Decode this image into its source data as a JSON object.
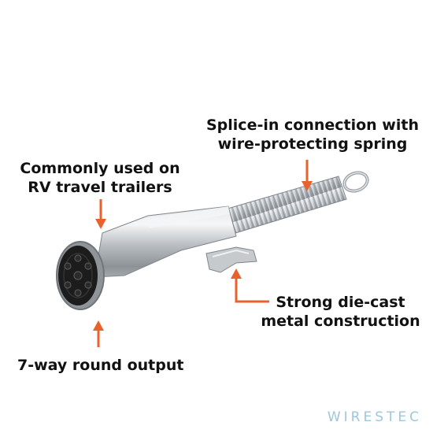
{
  "callouts": {
    "splice": {
      "line1": "Splice-in connection with",
      "line2": "wire-protecting spring"
    },
    "trailers": {
      "line1": "Commonly used on",
      "line2": "RV travel trailers"
    },
    "construction": {
      "line1": "Strong die-cast",
      "line2": "metal construction"
    },
    "output": {
      "line1": "7-way round output"
    }
  },
  "brand": {
    "name": "WIRESTEC"
  },
  "colors": {
    "arrow": "#e8632b",
    "text": "#111111",
    "brand": "#9fc6d9",
    "background": "#ffffff"
  },
  "icons": {
    "product": "7-way-trailer-plug-icon",
    "arrow": "arrow-icon"
  }
}
